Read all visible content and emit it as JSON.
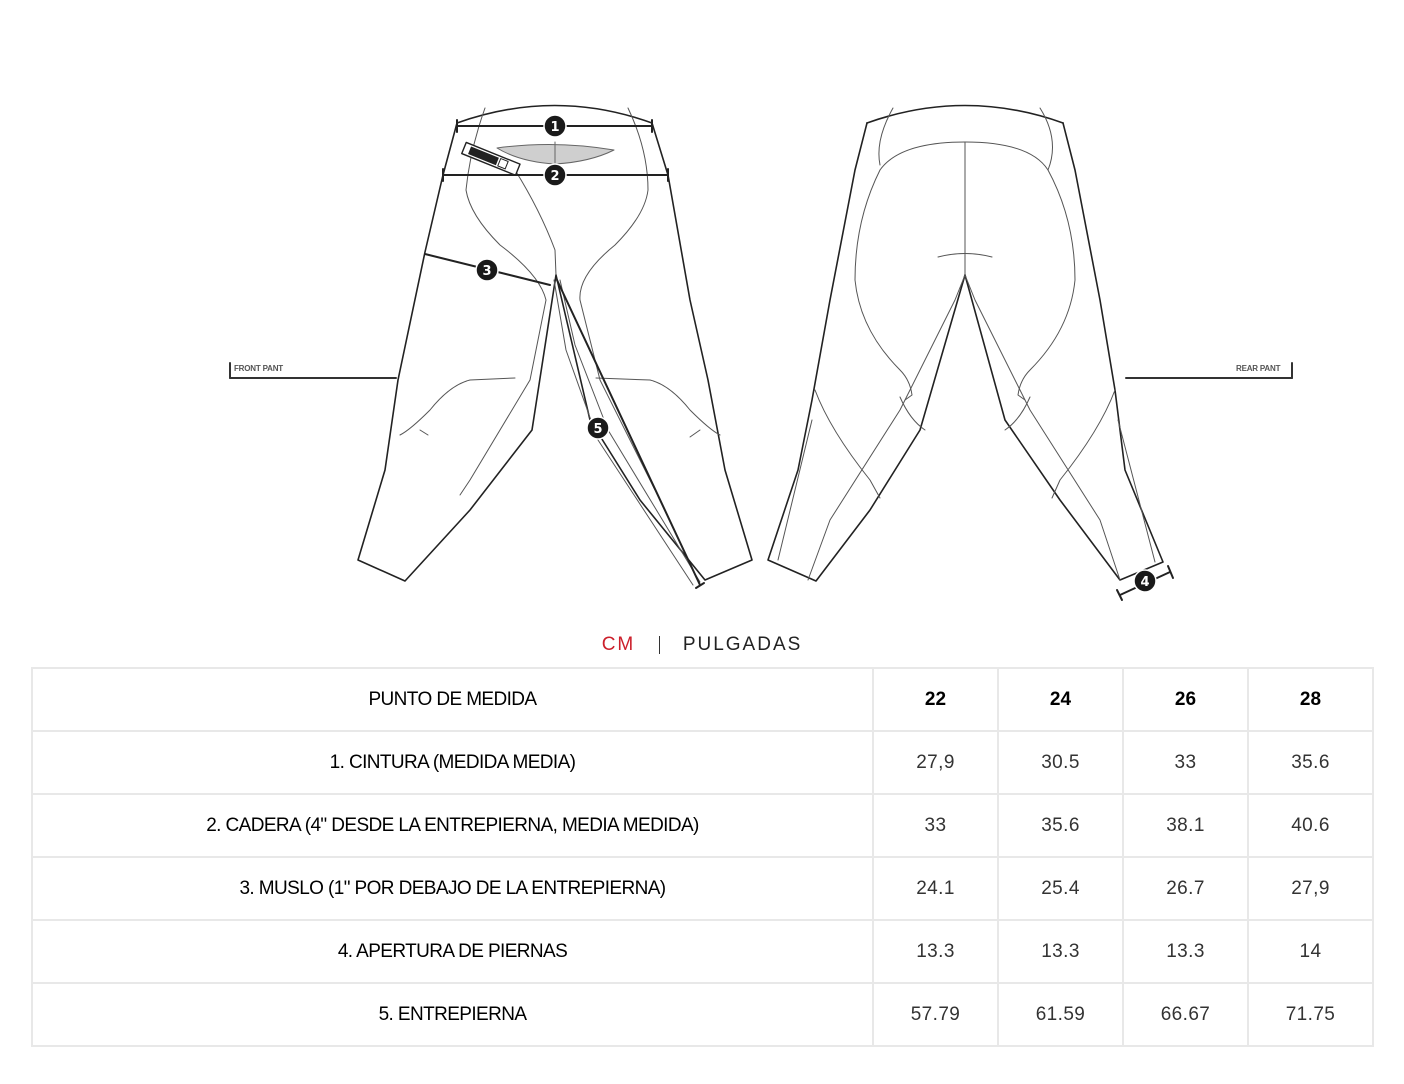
{
  "diagram": {
    "front_label": "FRONT PANT",
    "rear_label": "REAR PANT",
    "markers": [
      "1",
      "2",
      "3",
      "4",
      "5"
    ]
  },
  "units": {
    "active": "CM",
    "cm_label": "CM",
    "inches_label": "PULGADAS",
    "active_color": "#cc1f2b"
  },
  "table": {
    "header": {
      "label": "PUNTO DE MEDIDA",
      "sizes": [
        "22",
        "24",
        "26",
        "28"
      ]
    },
    "rows": [
      {
        "label": "1. CINTURA (MEDIDA MEDIA)",
        "values": [
          "27,9",
          "30.5",
          "33",
          "35.6"
        ]
      },
      {
        "label": "2. CADERA (4\" DESDE LA ENTREPIERNA, MEDIA MEDIDA)",
        "values": [
          "33",
          "35.6",
          "38.1",
          "40.6"
        ]
      },
      {
        "label": "3. MUSLO (1\" POR DEBAJO DE LA ENTREPIERNA)",
        "values": [
          "24.1",
          "25.4",
          "26.7",
          "27,9"
        ]
      },
      {
        "label": "4. APERTURA DE PIERNAS",
        "values": [
          "13.3",
          "13.3",
          "13.3",
          "14"
        ]
      },
      {
        "label": "5. ENTREPIERNA",
        "values": [
          "57.79",
          "61.59",
          "66.67",
          "71.75"
        ]
      }
    ]
  }
}
